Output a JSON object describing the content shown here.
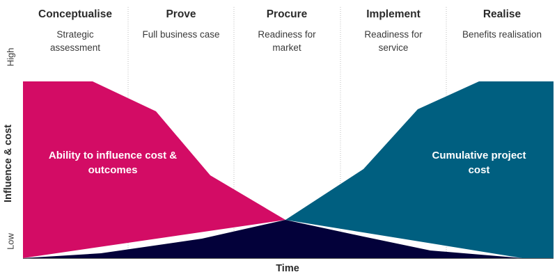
{
  "phases": [
    {
      "title": "Conceptualise",
      "subtitle": "Strategic assessment"
    },
    {
      "title": "Prove",
      "subtitle": "Full business case"
    },
    {
      "title": "Procure",
      "subtitle": "Readiness for market"
    },
    {
      "title": "Implement",
      "subtitle": "Readiness for service"
    },
    {
      "title": "Realise",
      "subtitle": "Benefits realisation"
    }
  ],
  "axes": {
    "ylabel": "Influence & cost",
    "y_high": "High",
    "y_low": "Low",
    "xlabel": "Time"
  },
  "areas": {
    "influence": {
      "label": "Ability to influence cost & outcomes",
      "color": "#d30c65"
    },
    "cost": {
      "label": "Cumulative project cost",
      "color": "#005f80"
    },
    "overlap": {
      "color": "#03013a"
    }
  },
  "colors": {
    "divider": "#bdbdbd",
    "axis": "#555555",
    "text": "#2b2b2b"
  }
}
